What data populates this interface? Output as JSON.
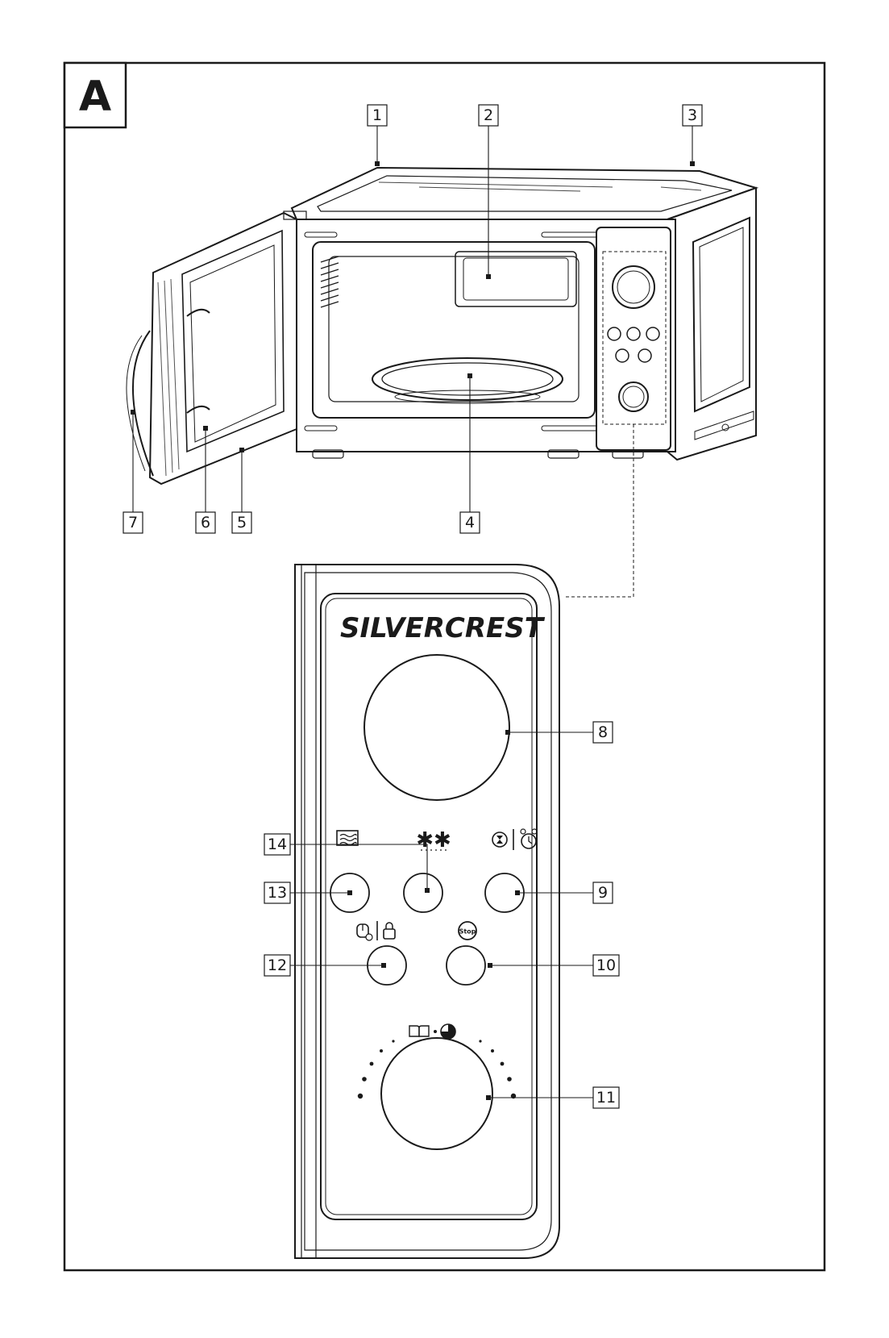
{
  "figure": {
    "section_letter": "A",
    "brand_logo": "SILVERCREST"
  },
  "callouts": [
    {
      "id": "1",
      "name": "callout-1"
    },
    {
      "id": "2",
      "name": "callout-2"
    },
    {
      "id": "3",
      "name": "callout-3"
    },
    {
      "id": "4",
      "name": "callout-4"
    },
    {
      "id": "5",
      "name": "callout-5"
    },
    {
      "id": "6",
      "name": "callout-6"
    },
    {
      "id": "7",
      "name": "callout-7"
    },
    {
      "id": "8",
      "name": "callout-8"
    },
    {
      "id": "9",
      "name": "callout-9"
    },
    {
      "id": "10",
      "name": "callout-10"
    },
    {
      "id": "11",
      "name": "callout-11"
    },
    {
      "id": "12",
      "name": "callout-12"
    },
    {
      "id": "13",
      "name": "callout-13"
    },
    {
      "id": "14",
      "name": "callout-14"
    }
  ],
  "control_panel_icons": {
    "microwave_power": "microwave-waves-icon",
    "defrost": "defrost-snowflake-icon",
    "timer_clock": "timer-clock-icon",
    "start_lock": "start-child-lock-icon",
    "stop": "stop-icon",
    "stop_text": "Stop",
    "knob_mode": "book-pie-icon"
  }
}
